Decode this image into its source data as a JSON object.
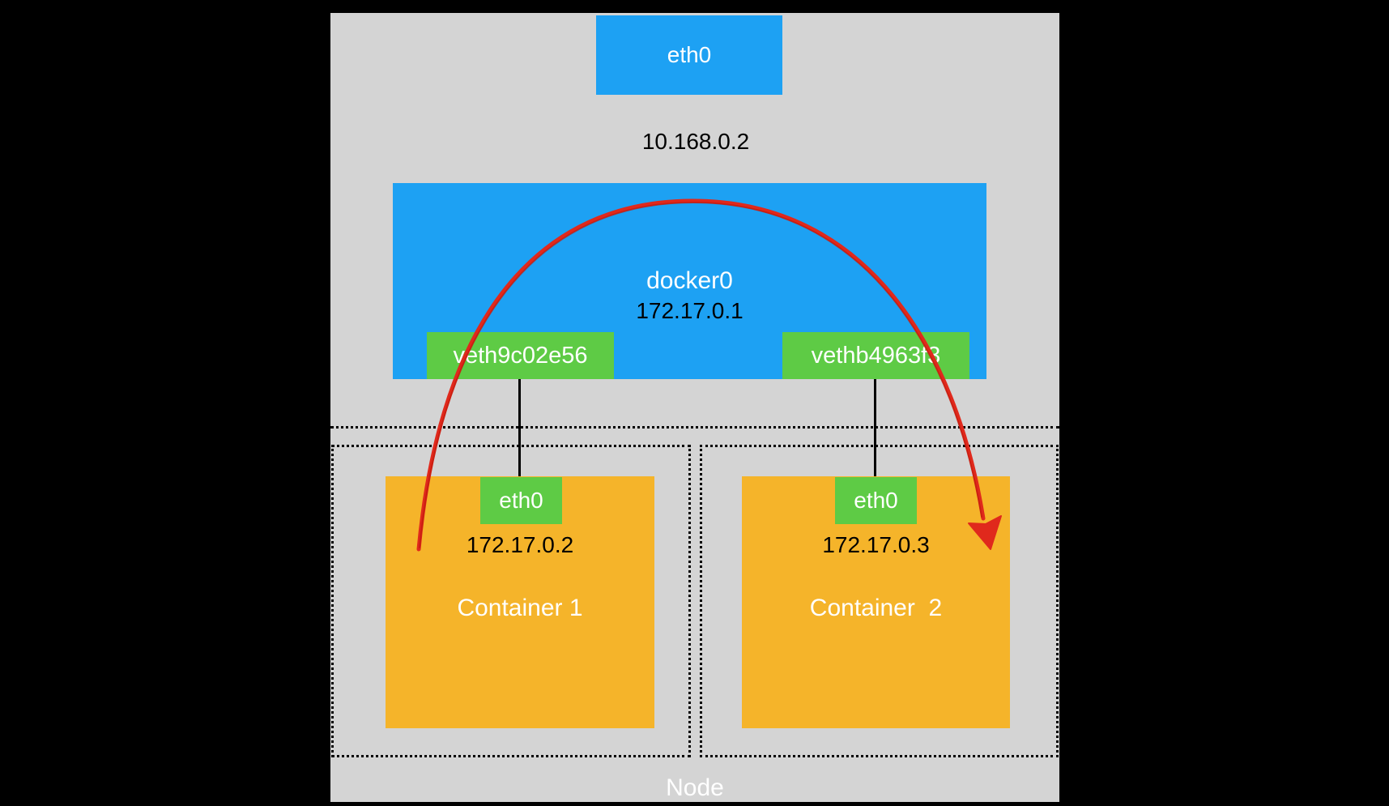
{
  "colors": {
    "background": "#000000",
    "node_gray": "#d4d4d4",
    "interface_blue": "#1da1f3",
    "veth_green": "#5ecb45",
    "container_orange": "#f5b42a",
    "arrow_red": "#e0291c",
    "text_light": "#ffffff",
    "text_dark": "#000000"
  },
  "diagram": {
    "node_label": "Node",
    "host_interface": {
      "name": "eth0",
      "ip": "10.168.0.2"
    },
    "bridge": {
      "name": "docker0",
      "ip": "172.17.0.1"
    },
    "veth_left": "veth9c02e56",
    "veth_right": "vethb4963f3",
    "container_left": {
      "title": "Container 1",
      "interface": "eth0",
      "ip": "172.17.0.2"
    },
    "container_right": {
      "title": "Container  2",
      "interface": "eth0",
      "ip": "172.17.0.3"
    }
  }
}
